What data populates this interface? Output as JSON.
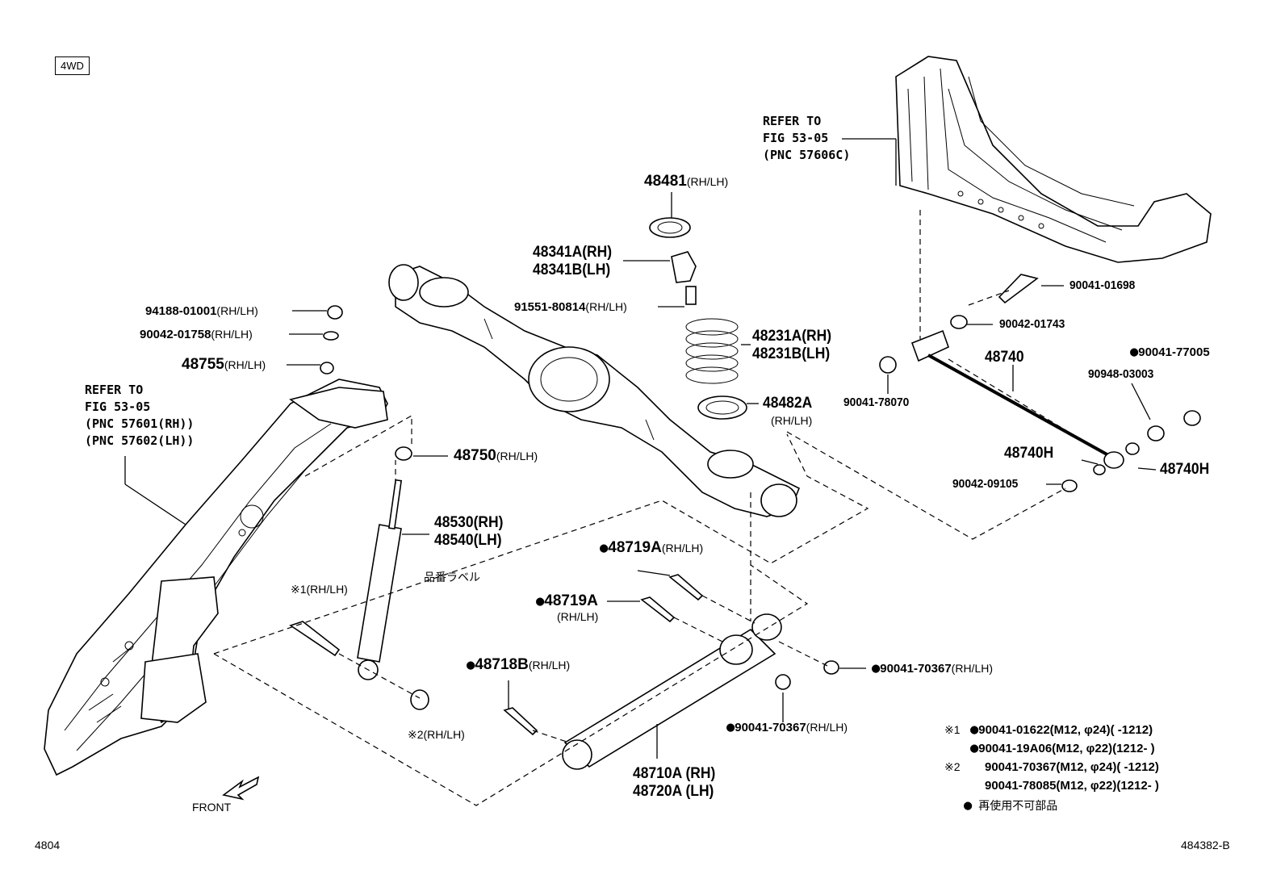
{
  "badge": "4WD",
  "refer_left": [
    "REFER TO",
    "FIG 53-05",
    "(PNC 57601(RH))",
    "(PNC 57602(LH))"
  ],
  "refer_right": [
    "REFER TO",
    "FIG 53-05",
    "(PNC 57606C)"
  ],
  "front_label": "FRONT",
  "page_code_left": "4804",
  "page_code_right": "484382-B",
  "label_jp_part_no": "品番ラベル",
  "parts": {
    "p48481": "48481",
    "p48481_sfx": "(RH/LH)",
    "p48341a": "48341A(RH)",
    "p48341b": "48341B(LH)",
    "p91551": "91551-80814",
    "p91551_sfx": "(RH/LH)",
    "p48231a": "48231A(RH)",
    "p48231b": "48231B(LH)",
    "p48482a": "48482A",
    "p48482a_sfx": "(RH/LH)",
    "p94188": "94188-01001",
    "p94188_sfx": "(RH/LH)",
    "p90042_01758": "90042-01758",
    "p90042_01758_sfx": "(RH/LH)",
    "p48755": "48755",
    "p48755_sfx": "(RH/LH)",
    "p48750": "48750",
    "p48750_sfx": "(RH/LH)",
    "p48530": "48530(RH)",
    "p48540": "48540(LH)",
    "p90041_01698": "90041-01698",
    "p90042_01743": "90042-01743",
    "p48740": "48740",
    "p90041_77005": "90041-77005",
    "p90948": "90948-03003",
    "p90041_78070": "90041-78070",
    "p48740h_l": "48740H",
    "p48740h_r": "48740H",
    "p90042_09105": "90042-09105",
    "p48719a_1": "48719A",
    "p48719a_1_sfx": "(RH/LH)",
    "p48719a_2": "48719A",
    "p48719a_2_sfx": "(RH/LH)",
    "p48718b": "48718B",
    "p48718b_sfx": "(RH/LH)",
    "p90041_70367_a": "90041-70367",
    "p90041_70367_a_sfx": "(RH/LH)",
    "p90041_70367_b": "90041-70367",
    "p90041_70367_b_sfx": "(RH/LH)",
    "p48710a": "48710A (RH)",
    "p48720a": "48720A (LH)",
    "note1": "※1(RH/LH)",
    "note2": "※2(RH/LH)"
  },
  "legend": {
    "r1_mark": "※1",
    "r1": "90041-01622(M12, φ24)(      -1212)",
    "r2": "90041-19A06(M12, φ22)(1212-      )",
    "r3_mark": "※2",
    "r3": "90041-70367(M12, φ24)(      -1212)",
    "r4": "90041-78085(M12, φ22)(1212-      )",
    "r5": "再使用不可部品"
  },
  "dot_glyph": "●"
}
